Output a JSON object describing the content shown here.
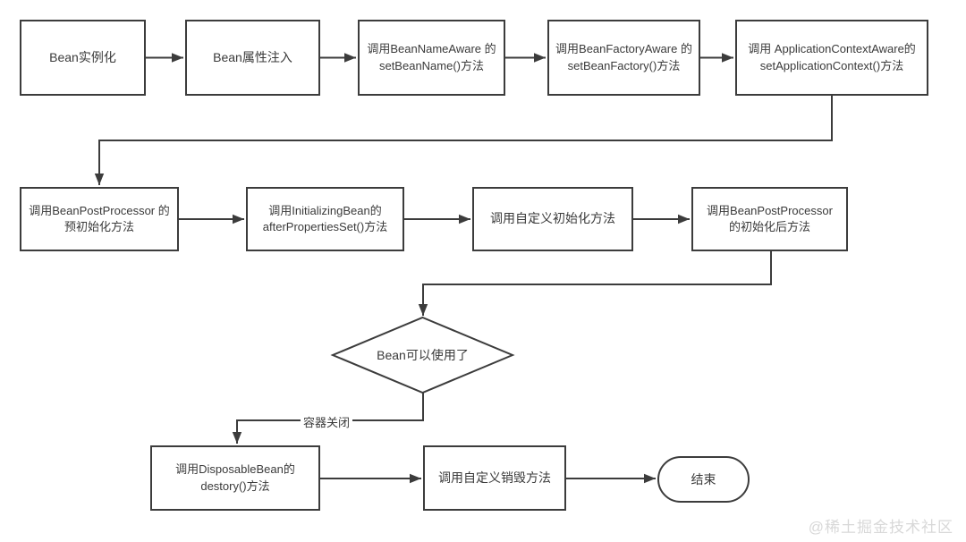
{
  "colors": {
    "line": "#3c3c3c",
    "text": "#3a3a3a",
    "background": "#ffffff",
    "watermark_text": "#d8d8d8"
  },
  "flowchart": {
    "row1": [
      {
        "label": "Bean实例化"
      },
      {
        "label": "Bean属性注入"
      },
      {
        "label": "调用BeanNameAware 的setBeanName()方法"
      },
      {
        "label": "调用BeanFactoryAware 的setBeanFactory()方法"
      },
      {
        "label": "调用 ApplicationContextAware的 setApplicationContext()方法"
      }
    ],
    "row2": [
      {
        "label": "调用BeanPostProcessor 的预初始化方法"
      },
      {
        "label": "调用InitializingBean的 afterPropertiesSet()方法"
      },
      {
        "label": "调用自定义初始化方法"
      },
      {
        "label": "调用BeanPostProcessor 的初始化后方法"
      }
    ],
    "decision": {
      "label": "Bean可以使用了"
    },
    "closure_edge_label": "容器关闭",
    "row3": [
      {
        "label": "调用DisposableBean的 destory()方法"
      },
      {
        "label": "调用自定义销毁方法"
      }
    ],
    "end": {
      "label": "结束"
    }
  },
  "watermark": "@稀土掘金技术社区"
}
